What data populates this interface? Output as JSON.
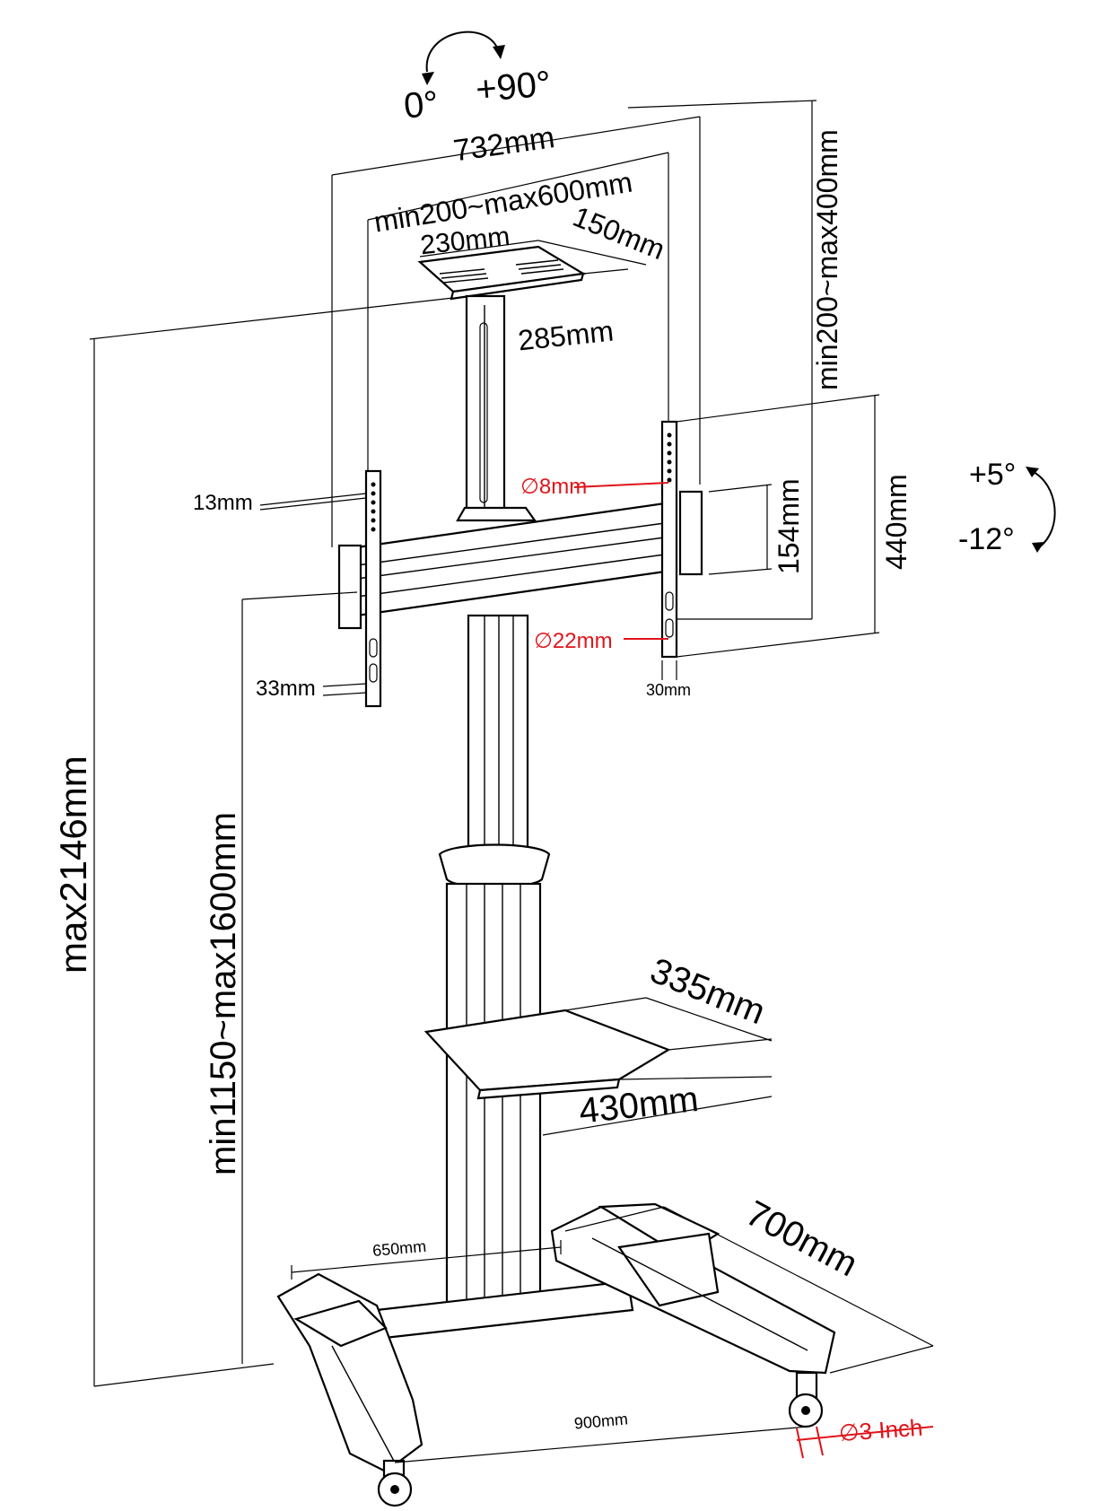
{
  "rotation": {
    "from": "0°",
    "to": "+90°"
  },
  "tilt": {
    "up": "+5°",
    "down": "-12°"
  },
  "dimensions": {
    "width_overall": "732mm",
    "vesa_horizontal": "min200~max600mm",
    "vesa_vertical": "min200~max400mm",
    "tray_front_width": "230mm",
    "tray_depth": "150mm",
    "tray_back_width": "285mm",
    "bracket_edge_13": "13mm",
    "bolt_hole": "∅8mm",
    "slot_hole": "∅22mm",
    "bar_height": "154mm",
    "bracket_height": "440mm",
    "bracket_foot_33": "33mm",
    "bracket_width_30": "30mm",
    "max_height": "max2146mm",
    "mount_height": "min1150~max1600mm",
    "shelf_depth": "335mm",
    "shelf_width": "430mm",
    "base_inner": "650mm",
    "base_depth": "700mm",
    "base_width": "900mm",
    "caster": "∅3 Inch"
  },
  "colors": {
    "line": "#000000",
    "accent": "#e0141a",
    "background": "#ffffff"
  }
}
